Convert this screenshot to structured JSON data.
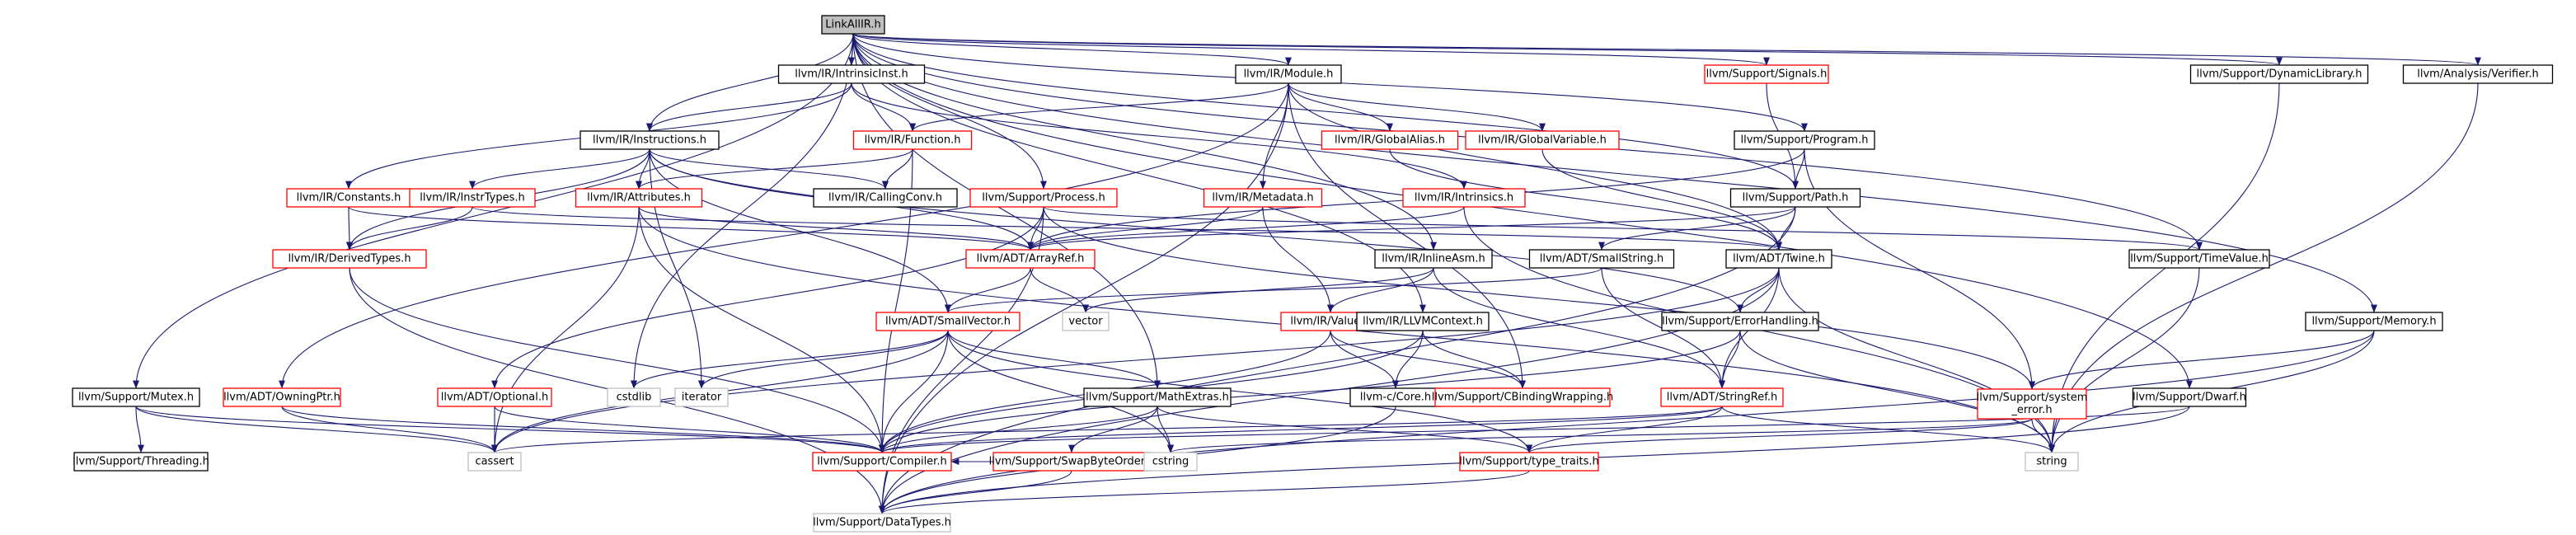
{
  "colors": {
    "edge": "#191970",
    "root_fill": "#bfbfbf",
    "root_border": "#000000",
    "node_border_documented": "#000000",
    "node_border_linked": "#ff0000",
    "node_border_external": "#bfbfbf",
    "text": "#000000"
  },
  "nodes": [
    {
      "id": "root",
      "label": "LinkAllIR.h",
      "kind": "root"
    },
    {
      "id": "intrinsicinst",
      "label": "llvm/IR/IntrinsicInst.h",
      "kind": "doc"
    },
    {
      "id": "module",
      "label": "llvm/IR/Module.h",
      "kind": "doc"
    },
    {
      "id": "signals",
      "label": "llvm/Support/Signals.h",
      "kind": "linked"
    },
    {
      "id": "dynlib",
      "label": "llvm/Support/DynamicLibrary.h",
      "kind": "doc"
    },
    {
      "id": "verifier",
      "label": "llvm/Analysis/Verifier.h",
      "kind": "doc"
    },
    {
      "id": "instructions",
      "label": "llvm/IR/Instructions.h",
      "kind": "doc"
    },
    {
      "id": "function",
      "label": "llvm/IR/Function.h",
      "kind": "linked"
    },
    {
      "id": "globalalias",
      "label": "llvm/IR/GlobalAlias.h",
      "kind": "linked"
    },
    {
      "id": "globalvariable",
      "label": "llvm/IR/GlobalVariable.h",
      "kind": "linked"
    },
    {
      "id": "program",
      "label": "llvm/Support/Program.h",
      "kind": "doc"
    },
    {
      "id": "constants",
      "label": "llvm/IR/Constants.h",
      "kind": "linked"
    },
    {
      "id": "instrtypes",
      "label": "llvm/IR/InstrTypes.h",
      "kind": "linked"
    },
    {
      "id": "attributes",
      "label": "llvm/IR/Attributes.h",
      "kind": "linked"
    },
    {
      "id": "callingconv",
      "label": "llvm/IR/CallingConv.h",
      "kind": "doc"
    },
    {
      "id": "process",
      "label": "llvm/Support/Process.h",
      "kind": "linked"
    },
    {
      "id": "metadata",
      "label": "llvm/IR/Metadata.h",
      "kind": "linked"
    },
    {
      "id": "intrinsics",
      "label": "llvm/IR/Intrinsics.h",
      "kind": "linked"
    },
    {
      "id": "path",
      "label": "llvm/Support/Path.h",
      "kind": "doc"
    },
    {
      "id": "derivedtypes",
      "label": "llvm/IR/DerivedTypes.h",
      "kind": "linked"
    },
    {
      "id": "arrayref",
      "label": "llvm/ADT/ArrayRef.h",
      "kind": "linked"
    },
    {
      "id": "inlineasm",
      "label": "llvm/IR/InlineAsm.h",
      "kind": "doc"
    },
    {
      "id": "smallstring",
      "label": "llvm/ADT/SmallString.h",
      "kind": "doc"
    },
    {
      "id": "twine",
      "label": "llvm/ADT/Twine.h",
      "kind": "doc"
    },
    {
      "id": "timevalue",
      "label": "llvm/Support/TimeValue.h",
      "kind": "doc"
    },
    {
      "id": "vector",
      "label": "vector",
      "kind": "ext"
    },
    {
      "id": "smallvector",
      "label": "llvm/ADT/SmallVector.h",
      "kind": "linked"
    },
    {
      "id": "value",
      "label": "llvm/IR/Value.h",
      "kind": "linked"
    },
    {
      "id": "llvmcontext",
      "label": "llvm/IR/LLVMContext.h",
      "kind": "doc"
    },
    {
      "id": "errorhandling",
      "label": "llvm/Support/ErrorHandling.h",
      "kind": "doc"
    },
    {
      "id": "memory",
      "label": "llvm/Support/Memory.h",
      "kind": "doc"
    },
    {
      "id": "mutex",
      "label": "llvm/Support/Mutex.h",
      "kind": "doc"
    },
    {
      "id": "owningptr",
      "label": "llvm/ADT/OwningPtr.h",
      "kind": "linked"
    },
    {
      "id": "optional",
      "label": "llvm/ADT/Optional.h",
      "kind": "linked"
    },
    {
      "id": "cstdlib",
      "label": "cstdlib",
      "kind": "ext"
    },
    {
      "id": "iterator",
      "label": "iterator",
      "kind": "ext"
    },
    {
      "id": "mathextras",
      "label": "llvm/Support/MathExtras.h",
      "kind": "doc"
    },
    {
      "id": "ccore",
      "label": "llvm-c/Core.h",
      "kind": "doc"
    },
    {
      "id": "cbinding",
      "label": "llvm/Support/CBindingWrapping.h",
      "kind": "linked"
    },
    {
      "id": "stringref",
      "label": "llvm/ADT/StringRef.h",
      "kind": "linked"
    },
    {
      "id": "systemerror",
      "label": "llvm/Support/system_error.h",
      "kind": "linked",
      "lines": [
        "llvm/Support/system",
        "_error.h"
      ]
    },
    {
      "id": "dwarf",
      "label": "llvm/Support/Dwarf.h",
      "kind": "doc"
    },
    {
      "id": "threading",
      "label": "llvm/Support/Threading.h",
      "kind": "doc"
    },
    {
      "id": "cassert",
      "label": "cassert",
      "kind": "ext"
    },
    {
      "id": "compiler",
      "label": "llvm/Support/Compiler.h",
      "kind": "linked"
    },
    {
      "id": "swapbyteorder",
      "label": "llvm/Support/SwapByteOrder.h",
      "kind": "linked"
    },
    {
      "id": "cstring",
      "label": "cstring",
      "kind": "ext"
    },
    {
      "id": "typetraits",
      "label": "llvm/Support/type_traits.h",
      "kind": "linked"
    },
    {
      "id": "string",
      "label": "string",
      "kind": "ext"
    },
    {
      "id": "datatypes",
      "label": "llvm/Support/DataTypes.h",
      "kind": "ext"
    }
  ],
  "edges": [
    [
      "root",
      "intrinsicinst"
    ],
    [
      "root",
      "module"
    ],
    [
      "root",
      "signals"
    ],
    [
      "root",
      "dynlib"
    ],
    [
      "root",
      "verifier"
    ],
    [
      "root",
      "instructions"
    ],
    [
      "root",
      "program"
    ],
    [
      "root",
      "process"
    ],
    [
      "root",
      "path"
    ],
    [
      "root",
      "inlineasm"
    ],
    [
      "root",
      "timevalue"
    ],
    [
      "root",
      "llvmcontext"
    ],
    [
      "root",
      "memory"
    ],
    [
      "root",
      "mutex"
    ],
    [
      "root",
      "mathextras"
    ],
    [
      "root",
      "dwarf"
    ],
    [
      "root",
      "cstdlib"
    ],
    [
      "intrinsicinst",
      "instructions"
    ],
    [
      "intrinsicinst",
      "function"
    ],
    [
      "intrinsicinst",
      "intrinsics"
    ],
    [
      "intrinsicinst",
      "constants"
    ],
    [
      "module",
      "function"
    ],
    [
      "module",
      "globalalias"
    ],
    [
      "module",
      "globalvariable"
    ],
    [
      "module",
      "metadata"
    ],
    [
      "module",
      "owningptr"
    ],
    [
      "module",
      "datatypes"
    ],
    [
      "module",
      "cbinding"
    ],
    [
      "module",
      "twine"
    ],
    [
      "signals",
      "path"
    ],
    [
      "dynlib",
      "string"
    ],
    [
      "verifier",
      "string"
    ],
    [
      "instructions",
      "instrtypes"
    ],
    [
      "instructions",
      "attributes"
    ],
    [
      "instructions",
      "callingconv"
    ],
    [
      "instructions",
      "derivedtypes"
    ],
    [
      "instructions",
      "arrayref"
    ],
    [
      "instructions",
      "smallvector"
    ],
    [
      "instructions",
      "iterator"
    ],
    [
      "instructions",
      "errorhandling"
    ],
    [
      "function",
      "attributes"
    ],
    [
      "function",
      "callingconv"
    ],
    [
      "function",
      "compiler"
    ],
    [
      "globalalias",
      "twine"
    ],
    [
      "globalvariable",
      "twine"
    ],
    [
      "program",
      "path"
    ],
    [
      "program",
      "arrayref"
    ],
    [
      "program",
      "systemerror"
    ],
    [
      "constants",
      "derivedtypes"
    ],
    [
      "constants",
      "arrayref"
    ],
    [
      "instrtypes",
      "derivedtypes"
    ],
    [
      "instrtypes",
      "twine"
    ],
    [
      "attributes",
      "arrayref"
    ],
    [
      "attributes",
      "cassert"
    ],
    [
      "attributes",
      "string"
    ],
    [
      "attributes",
      "compiler"
    ],
    [
      "process",
      "arrayref"
    ],
    [
      "process",
      "optional"
    ],
    [
      "process",
      "timevalue"
    ],
    [
      "process",
      "systemerror"
    ],
    [
      "process",
      "datatypes"
    ],
    [
      "metadata",
      "arrayref"
    ],
    [
      "metadata",
      "value"
    ],
    [
      "intrinsics",
      "arrayref"
    ],
    [
      "intrinsics",
      "string"
    ],
    [
      "path",
      "twine"
    ],
    [
      "path",
      "smallstring"
    ],
    [
      "path",
      "arrayref"
    ],
    [
      "path",
      "datatypes"
    ],
    [
      "derivedtypes",
      "compiler"
    ],
    [
      "derivedtypes",
      "datatypes"
    ],
    [
      "arrayref",
      "smallvector"
    ],
    [
      "arrayref",
      "vector"
    ],
    [
      "inlineasm",
      "value"
    ],
    [
      "inlineasm",
      "stringref"
    ],
    [
      "inlineasm",
      "vector"
    ],
    [
      "smallstring",
      "smallvector"
    ],
    [
      "smallstring",
      "stringref"
    ],
    [
      "twine",
      "stringref"
    ],
    [
      "twine",
      "errorhandling"
    ],
    [
      "twine",
      "cassert"
    ],
    [
      "twine",
      "string"
    ],
    [
      "twine",
      "datatypes"
    ],
    [
      "timevalue",
      "string"
    ],
    [
      "smallvector",
      "cstdlib"
    ],
    [
      "smallvector",
      "iterator"
    ],
    [
      "smallvector",
      "mathextras"
    ],
    [
      "smallvector",
      "compiler"
    ],
    [
      "smallvector",
      "cassert"
    ],
    [
      "smallvector",
      "cstring"
    ],
    [
      "smallvector",
      "typetraits"
    ],
    [
      "value",
      "ccore"
    ],
    [
      "value",
      "compiler"
    ],
    [
      "value",
      "cbinding"
    ],
    [
      "llvmcontext",
      "ccore"
    ],
    [
      "llvmcontext",
      "compiler"
    ],
    [
      "llvmcontext",
      "cbinding"
    ],
    [
      "errorhandling",
      "stringref"
    ],
    [
      "errorhandling",
      "compiler"
    ],
    [
      "errorhandling",
      "string"
    ],
    [
      "memory",
      "systemerror"
    ],
    [
      "memory",
      "string"
    ],
    [
      "memory",
      "datatypes"
    ],
    [
      "mutex",
      "threading"
    ],
    [
      "mutex",
      "compiler"
    ],
    [
      "mutex",
      "cassert"
    ],
    [
      "owningptr",
      "compiler"
    ],
    [
      "owningptr",
      "cassert"
    ],
    [
      "optional",
      "cassert"
    ],
    [
      "optional",
      "compiler"
    ],
    [
      "mathextras",
      "swapbyteorder"
    ],
    [
      "mathextras",
      "typetraits"
    ],
    [
      "mathextras",
      "cstring"
    ],
    [
      "mathextras",
      "compiler"
    ],
    [
      "ccore",
      "datatypes"
    ],
    [
      "stringref",
      "typetraits"
    ],
    [
      "stringref",
      "string"
    ],
    [
      "stringref",
      "cassert"
    ],
    [
      "stringref",
      "compiler"
    ],
    [
      "systemerror",
      "string"
    ],
    [
      "systemerror",
      "cstring"
    ],
    [
      "systemerror",
      "typetraits"
    ],
    [
      "dwarf",
      "datatypes"
    ],
    [
      "dwarf",
      "compiler"
    ],
    [
      "swapbyteorder",
      "datatypes"
    ],
    [
      "swapbyteorder",
      "compiler"
    ],
    [
      "typetraits",
      "datatypes"
    ]
  ]
}
